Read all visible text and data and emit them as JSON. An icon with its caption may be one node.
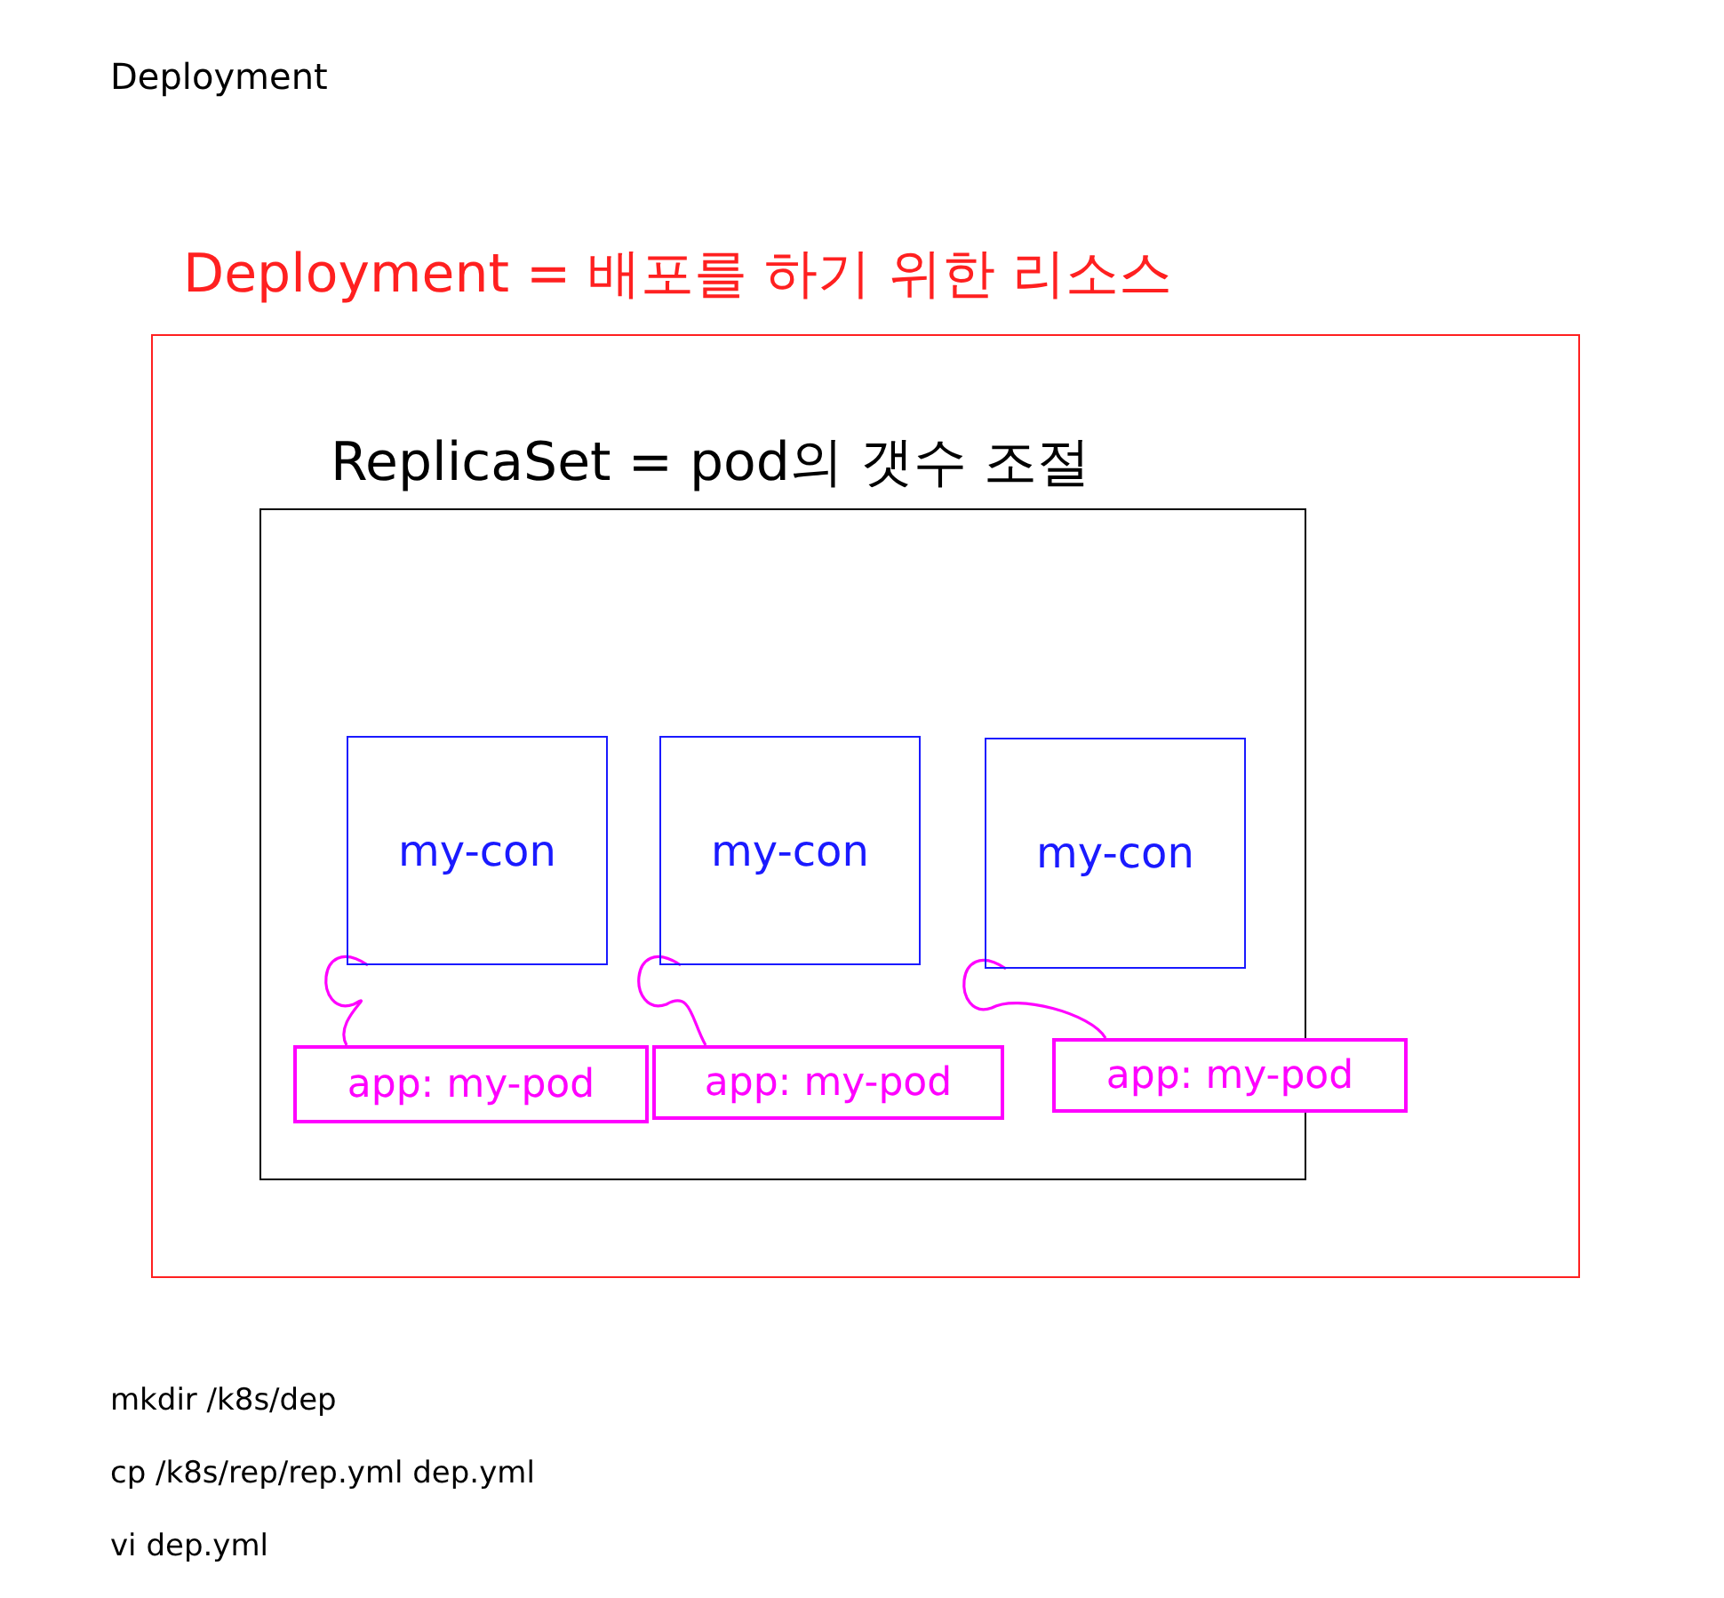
{
  "diagram": {
    "title": "Deployment",
    "nodes": [
      {
        "text": [
          "Deployment = 배포를 하기 위한 리소스"
        ]
      },
      {
        "text": [
          "ReplicaSet = pod의 갯수 조절"
        ],
        "in": 0
      },
      {
        "text": [
          "my-con"
        ],
        "in": 1
      },
      {
        "text": [
          "my-con"
        ],
        "in": 1
      },
      {
        "text": [
          "my-con"
        ],
        "in": 1
      },
      {
        "text": [
          "app: my-pod"
        ],
        "in": 1
      },
      {
        "text": [
          "app: my-pod"
        ],
        "in": 1
      },
      {
        "text": [
          "app: my-pod"
        ],
        "in": 0
      }
    ],
    "edges": [
      {
        "from": 2,
        "to": 5,
        "arrow": "none"
      },
      {
        "from": 3,
        "to": 6,
        "arrow": "none"
      },
      {
        "from": 4,
        "to": 7,
        "arrow": "none"
      }
    ],
    "labels": [
      "mkdir /k8s/dep",
      "cp /k8s/rep/rep.yml dep.yml",
      "vi dep.yml"
    ]
  }
}
